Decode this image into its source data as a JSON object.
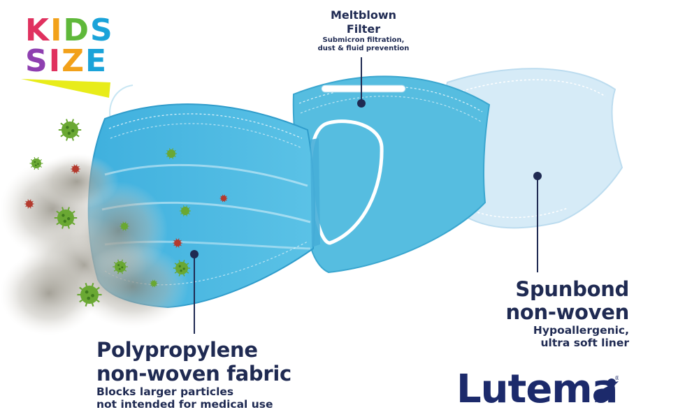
{
  "badge": {
    "line1": [
      "K",
      "I",
      "D",
      "S"
    ],
    "line2": [
      "S",
      "I",
      "Z",
      "E"
    ],
    "line1_colors": [
      "#e0315f",
      "#f2a11a",
      "#5fb83a",
      "#1aa3d9"
    ],
    "line2_colors": [
      "#8e3fb0",
      "#e0315f",
      "#f2a11a",
      "#1aa3d9"
    ],
    "underline_color": "#e8ec1a"
  },
  "layers": {
    "meltblown": {
      "title_line1": "Meltblown",
      "title_line2": "Filter",
      "desc_line1": "Submicron filtration,",
      "desc_line2": "dust & fluid prevention"
    },
    "spunbond": {
      "title_line1": "Spunbond",
      "title_line2": "non-woven",
      "desc_line1": "Hypoallergenic,",
      "desc_line2": "ultra soft liner"
    },
    "polypropylene": {
      "title_line1": "Polypropylene",
      "title_line2": "non-woven fabric",
      "desc_line1": "Blocks larger particles",
      "desc_line2": "not intended for medical use"
    }
  },
  "brand": {
    "name": "Lutema",
    "registered": "®"
  },
  "colors": {
    "text": "#1f2a52",
    "mask_outer": "#5cc0e2",
    "mask_middle": "#52b8dc",
    "mask_inner": "#cfe7f5",
    "virus_green": "#6aa833",
    "virus_red": "#b43a2e",
    "smoke": "#9a9a8e"
  }
}
